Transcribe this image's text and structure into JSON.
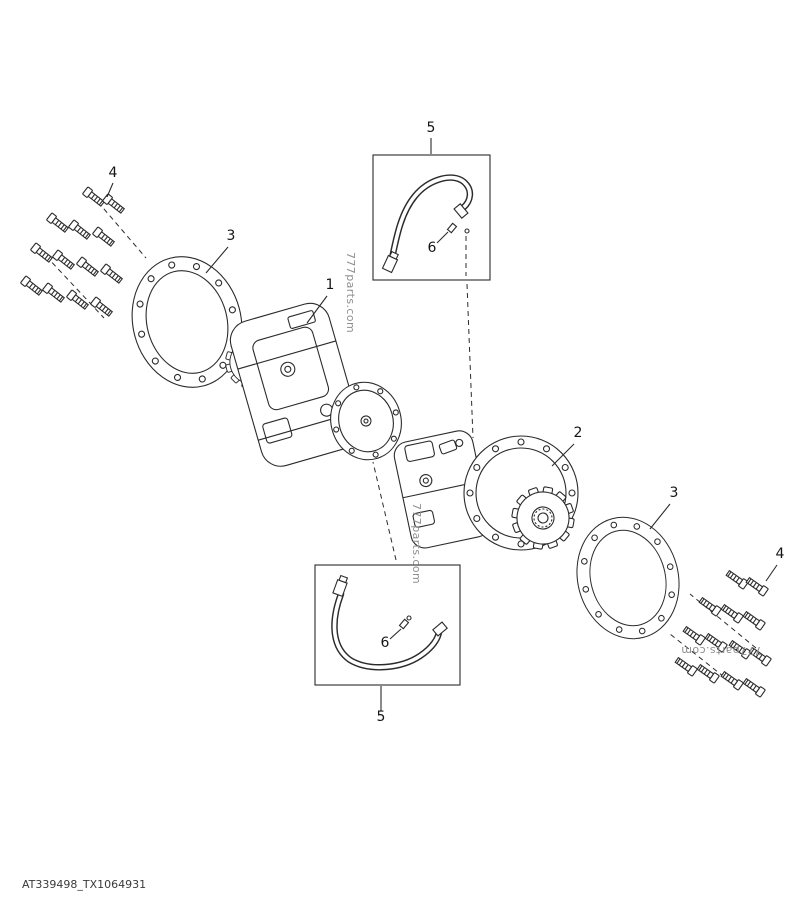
{
  "page": {
    "background": "#ffffff",
    "line_color": "#2b2b2b"
  },
  "callouts": {
    "item1": "1",
    "item2": "2",
    "item3": "3",
    "item4": "4",
    "item5": "5",
    "item6": "6"
  },
  "watermark": {
    "text": "777parts.com",
    "color": "#8f8f8f"
  },
  "footer": {
    "code": "AT339498_TX1064931",
    "color": "#3a3a3a"
  }
}
